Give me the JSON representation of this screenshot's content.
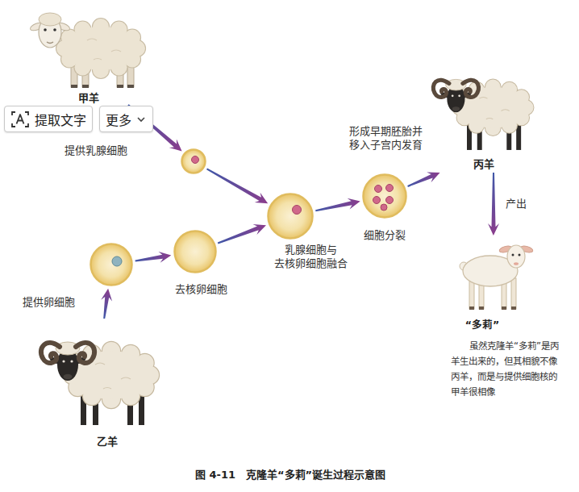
{
  "diagram": {
    "caption": "图 4-11　克隆羊“多莉”诞生过程示意图",
    "nodes": [
      {
        "text": [
          "甲羊"
        ]
      },
      {
        "text": []
      },
      {
        "text": [
          "乙羊"
        ]
      },
      {
        "text": []
      },
      {
        "text": [
          "去核卵细胞"
        ]
      },
      {
        "text": [
          "乳腺细胞与 去核卵细胞融合"
        ]
      },
      {
        "text": [
          "细胞分裂"
        ]
      },
      {
        "text": [
          "丙羊"
        ]
      },
      {
        "text": [
          "“多莉”",
          "虽然克隆羊“多莉”是丙 羊生出来的，但其相貌不像 丙羊，而是与提供细胞核的 甲羊很相像"
        ]
      }
    ],
    "edges": [
      {
        "from": 0,
        "to": 1,
        "label": "提供乳腺细胞",
        "arrow": "to"
      },
      {
        "from": 1,
        "to": 5,
        "arrow": "to"
      },
      {
        "from": 2,
        "to": 3,
        "label": "提供卵细胞",
        "arrow": "to"
      },
      {
        "from": 3,
        "to": 4,
        "arrow": "to"
      },
      {
        "from": 4,
        "to": 5,
        "arrow": "to"
      },
      {
        "from": 5,
        "to": 6,
        "arrow": "to"
      },
      {
        "from": 6,
        "to": 7,
        "label": "形成早期胚胎并 移入子宫内发育",
        "arrow": "to"
      },
      {
        "from": 7,
        "to": 8,
        "label": "产出",
        "arrow": "to"
      }
    ],
    "labels": [
      "提取文字",
      "更多"
    ]
  }
}
